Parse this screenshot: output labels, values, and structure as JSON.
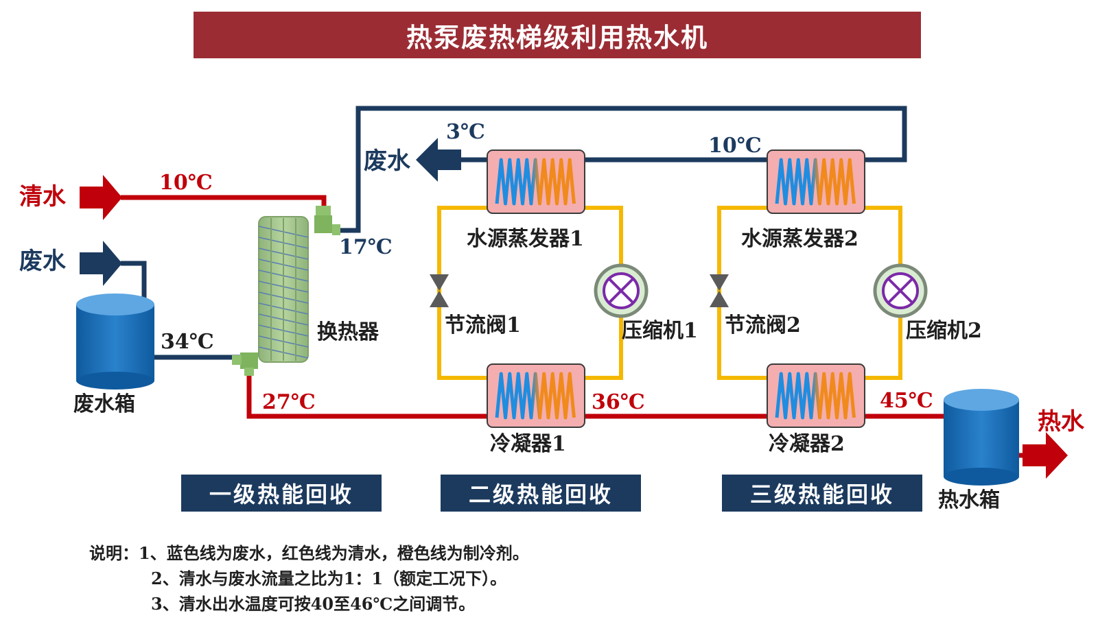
{
  "title": "热泵废热梯级利用热水机",
  "inlets": {
    "clean_water": "清水",
    "waste_water": "废水",
    "waste_water_out": "废水",
    "hot_water_out": "热水"
  },
  "temperatures": {
    "clean_in": "10℃",
    "waste_out": "3℃",
    "mid_waste": "10℃",
    "hx_out": "17℃",
    "tank_out": "34℃",
    "after_hx": "27℃",
    "after_cond1": "36℃",
    "after_cond2": "45℃"
  },
  "components": {
    "waste_tank": "废水箱",
    "heat_exchanger": "换热器",
    "evaporator1": "水源蒸发器1",
    "evaporator2": "水源蒸发器2",
    "condenser1": "冷凝器1",
    "condenser2": "冷凝器2",
    "valve1": "节流阀1",
    "valve2": "节流阀2",
    "compressor1": "压缩机1",
    "compressor2": "压缩机2",
    "hot_tank": "热水箱"
  },
  "stages": [
    "一级热能回收",
    "二级热能回收",
    "三级热能回收"
  ],
  "notes": [
    "说明：1、蓝色线为废水，红色线为清水，橙色线为制冷剂。",
    "2、清水与废水流量之比为1：1（额定工况下）。",
    "3、清水出水温度可按40至46℃之间调节。"
  ],
  "colors": {
    "waste_line": "#1c3a5e",
    "clean_line": "#c0000a",
    "refrigerant_line": "#f5b800",
    "title_bg": "#9b2c34",
    "coil_cold": "#1f8de0",
    "coil_hot": "#f08a1c",
    "unit_bg": "#f4aeb0",
    "tank": "#1f6fb5"
  }
}
